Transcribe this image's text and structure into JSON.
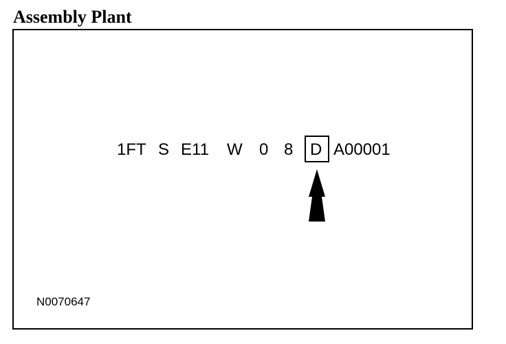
{
  "title": "Assembly Plant",
  "vin_segments": [
    "1FT",
    "S",
    "E11",
    "W",
    "0",
    "8",
    "D",
    "A00001"
  ],
  "highlighted_segment": "D",
  "figure_id": "N0070647",
  "colors": {
    "ink": "#000000",
    "background": "#ffffff"
  }
}
